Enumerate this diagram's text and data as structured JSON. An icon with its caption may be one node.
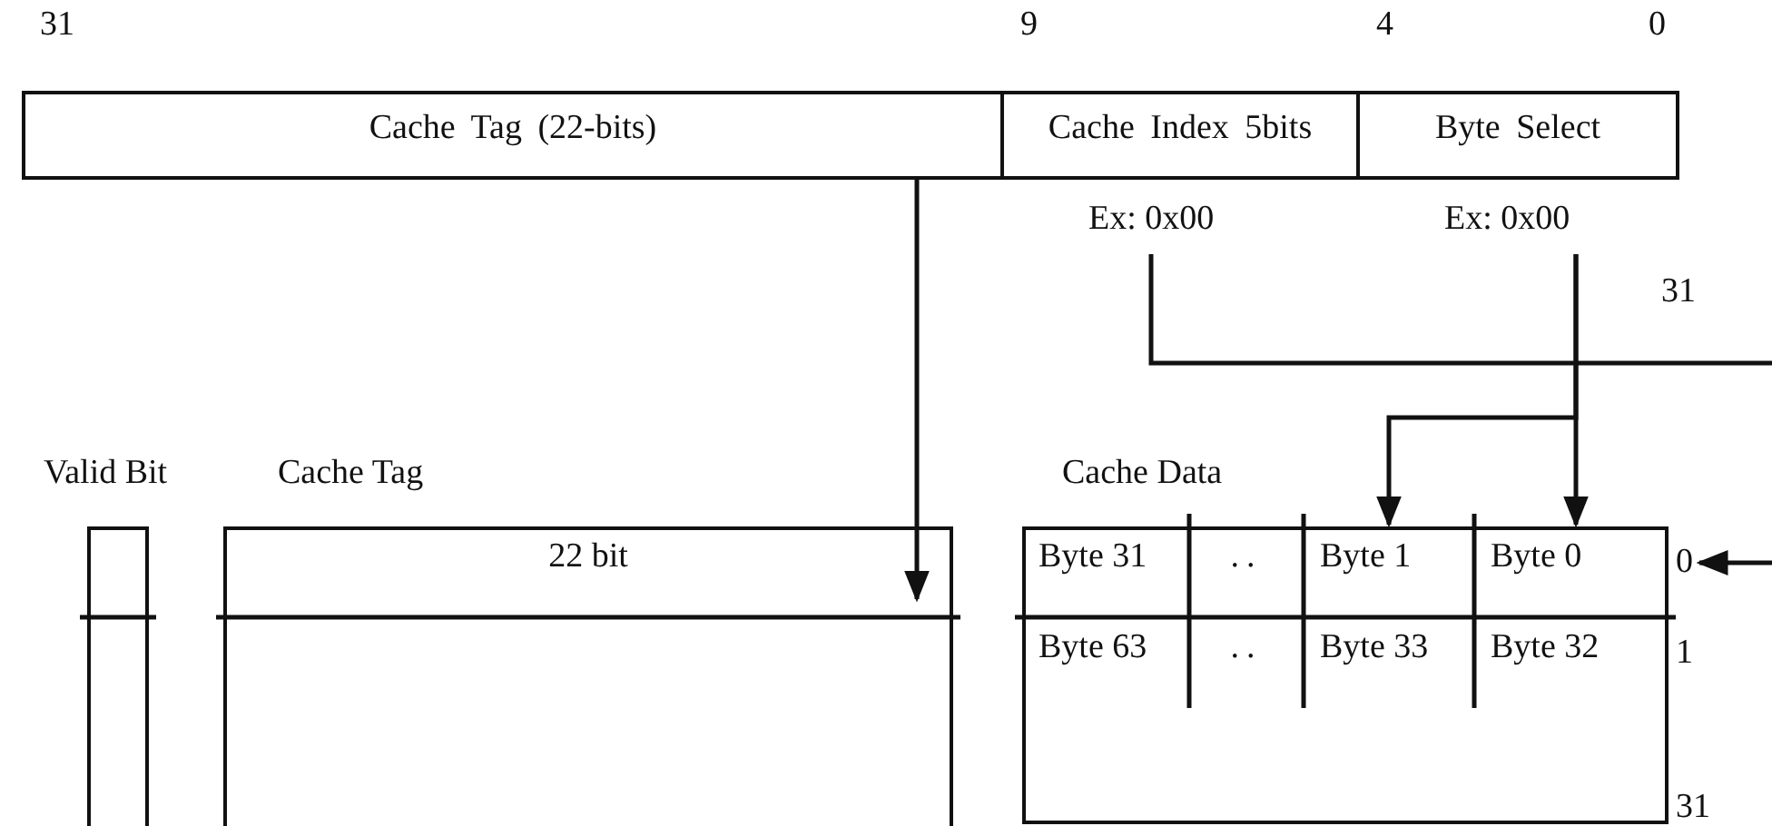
{
  "diagram": {
    "nodes": [
      {
        "text": [
          "Cache Tag (22-bits)"
        ]
      },
      {
        "text": [
          "Cache Index 5bits"
        ],
        "beside": [
          "Ex: 0x00"
        ]
      },
      {
        "text": [
          "Byte Select"
        ],
        "beside": [
          "Ex: 0x00"
        ]
      },
      {
        "text": [
          "Valid Bit"
        ]
      },
      {
        "text": [
          "Cache Tag",
          "22 bit"
        ]
      },
      {
        "text": [
          "Cache Data"
        ]
      },
      {
        "text": [
          "Byte 31"
        ],
        "in": 5
      },
      {
        "text": [
          ".."
        ],
        "in": 5
      },
      {
        "text": [
          "Byte 1"
        ],
        "in": 5
      },
      {
        "text": [
          "Byte 0"
        ],
        "in": 5
      },
      {
        "text": [
          "Byte 63"
        ],
        "in": 5
      },
      {
        "text": [
          ".."
        ],
        "in": 5
      },
      {
        "text": [
          "Byte 33"
        ],
        "in": 5
      },
      {
        "text": [
          "Byte 32"
        ],
        "in": 5
      },
      {
        "text": [
          "0"
        ]
      }
    ],
    "edges": [
      {
        "from": 0,
        "to": 4,
        "arrow": "to"
      },
      {
        "from": 1,
        "to": null,
        "arrow": "none"
      },
      {
        "from": 2,
        "to": 9,
        "arrow": "to"
      },
      {
        "from": 2,
        "to": 8,
        "arrow": "to"
      },
      {
        "from": null,
        "to": 14,
        "arrow": "to"
      }
    ],
    "labels": [
      "31",
      "9",
      "4",
      "0",
      "31",
      "1",
      "31"
    ]
  }
}
